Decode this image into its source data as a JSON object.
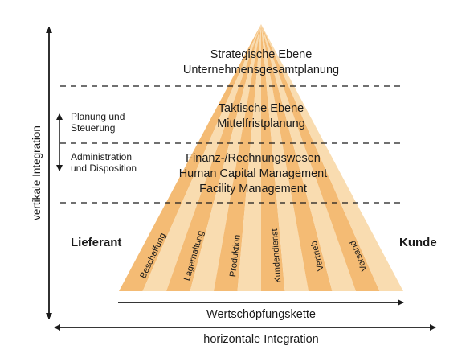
{
  "colors": {
    "dark": "#f4bb74",
    "light": "#f9dcb0",
    "text": "#1a1a1a"
  },
  "levels": {
    "strategic": [
      "Strategische Ebene",
      "Unternehmensgesamtplanung"
    ],
    "tactical": [
      "Taktische Ebene",
      "Mittelfristplanung"
    ],
    "operative": [
      "Finanz-/Rechnungswesen",
      "Human Capital Management",
      "Facility Management"
    ]
  },
  "side_labels": {
    "planning": [
      "Planung und",
      "Steuerung"
    ],
    "administration": [
      "Administration",
      "und Disposition"
    ]
  },
  "supplier": "Lieferant",
  "customer": "Kunde",
  "columns": [
    "Beschaffung",
    "Lagerhaltung",
    "Produktion",
    "Kundendienst",
    "Vertrieb",
    "Versand"
  ],
  "value_chain": "Wertschöpfungskette",
  "vertical_axis": "vertikale Integration",
  "horizontal_axis": "horizontale Integration"
}
